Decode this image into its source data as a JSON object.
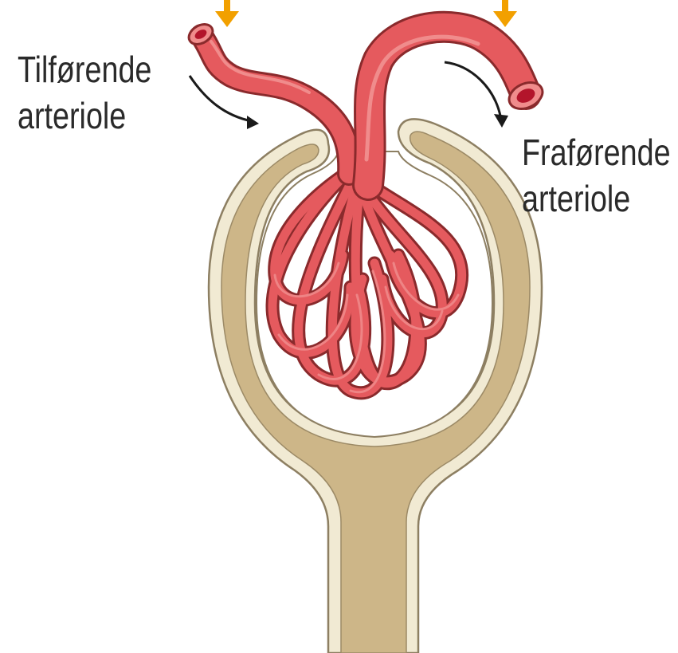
{
  "labels": {
    "afferent": {
      "line1": "Tilførende",
      "line2": "arteriole"
    },
    "efferent": {
      "line1": "Fraførende",
      "line2": "arteriole"
    }
  },
  "colors": {
    "background": "#ffffff",
    "capsule_outer": "#f1ead3",
    "capsule_inner": "#cdb688",
    "capsule_outline": "#8d7f62",
    "vessel_fill": "#e55a5e",
    "vessel_outline": "#8a2a2c",
    "vessel_highlight": "#f08c8c",
    "lumen": "#b3152b",
    "pointer_arrow": "#f2a000",
    "flow_arrow": "#1a1a1a",
    "text": "#2a2a2a"
  },
  "icons": {
    "pointer": "down-arrow-icon",
    "flow": "curved-arrow-icon"
  }
}
